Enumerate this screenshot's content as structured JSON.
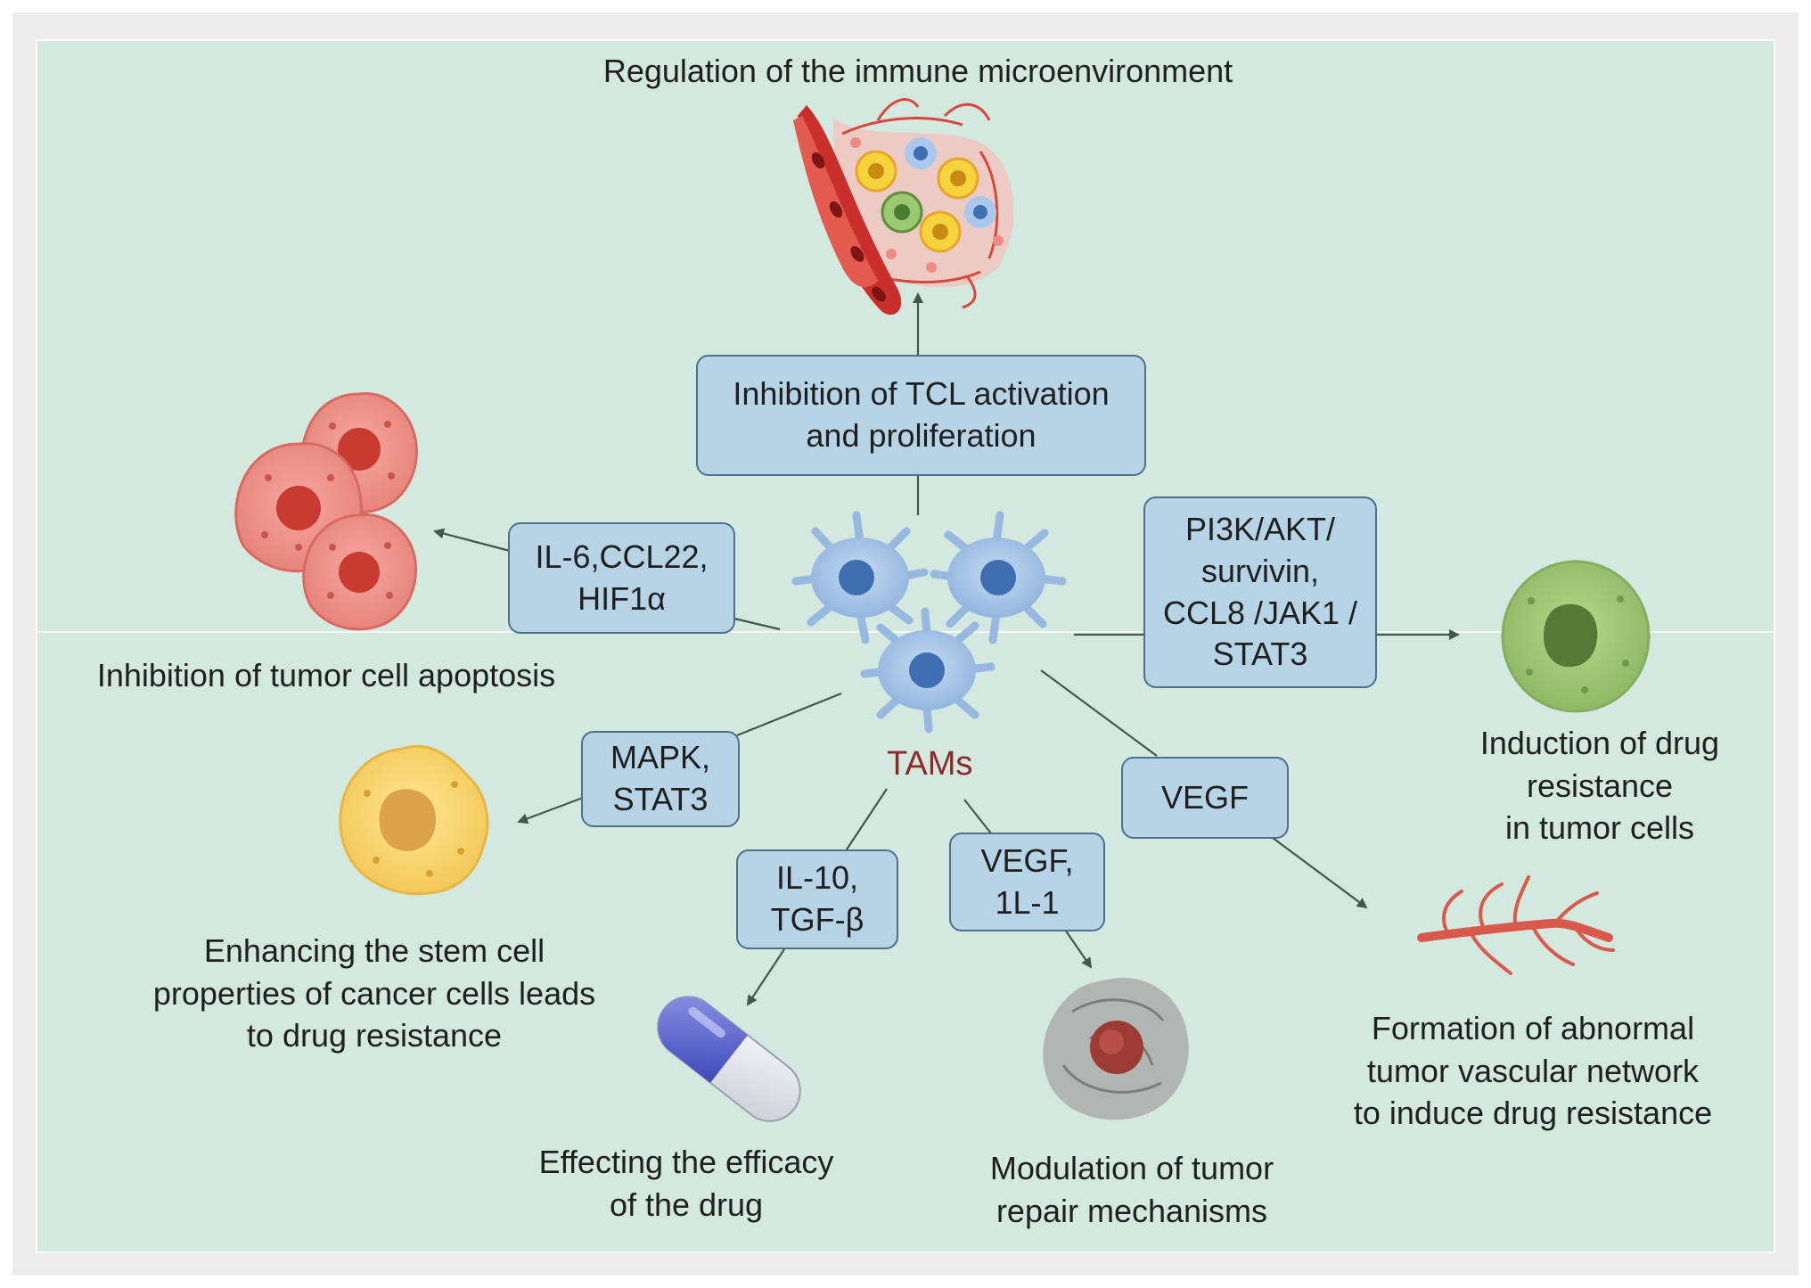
{
  "title": "Regulation of the immune microenvironment",
  "center_label": "TAMs",
  "boxes": {
    "tcl": "Inhibition of TCL activation\nand proliferation",
    "il6": "IL-6,CCL22,\nHIF1α",
    "pi3k": "PI3K/AKT/\nsurvivin,\nCCL8 /JAK1 /\nSTAT3",
    "mapk": "MAPK,\nSTAT3",
    "vegf_right": "VEGF",
    "il10": "IL-10,\nTGF-β",
    "vegf_il1": "VEGF,\n1L-1"
  },
  "outcomes": {
    "apoptosis": "Inhibition of tumor cell apoptosis",
    "stem": "Enhancing the stem cell\nproperties of cancer cells leads\nto drug resistance",
    "efficacy": "Effecting the efficacy\nof the drug",
    "repair": "Modulation of tumor\nrepair mechanisms",
    "vascular": "Formation of abnormal\ntumor vascular network\nto induce drug resistance",
    "resistance": "Induction of drug\nresistance\nin tumor cells"
  },
  "colors": {
    "panel_bg": "#d3e8df",
    "box_fill": "#b7d4e7",
    "box_border": "#4f6f8c",
    "tams_text": "#8b2a2a"
  }
}
